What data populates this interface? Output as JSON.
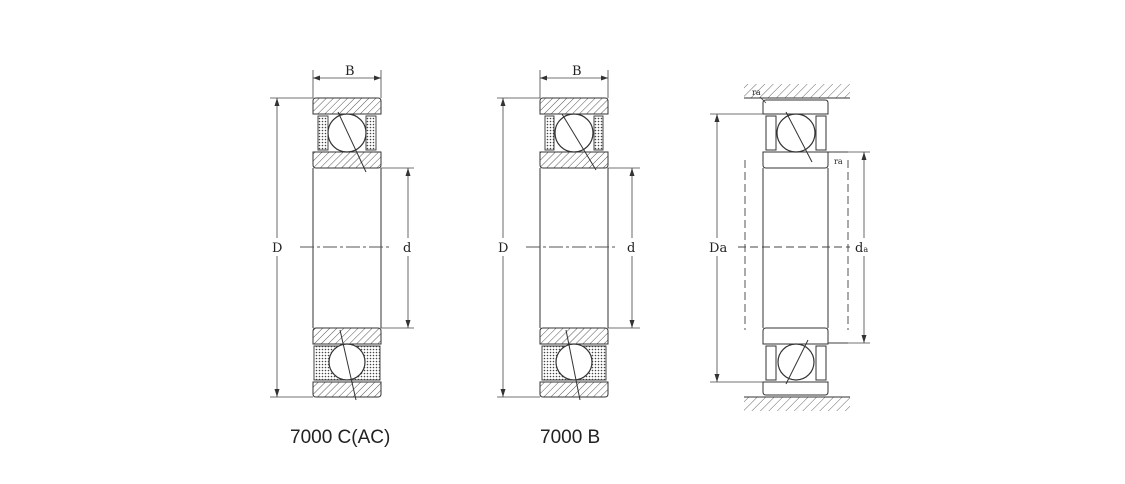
{
  "figures": [
    {
      "caption": "7000 C(AC)",
      "labels": {
        "width": "B",
        "outer": "D",
        "inner": "d"
      }
    },
    {
      "caption": "7000 B",
      "labels": {
        "width": "B",
        "outer": "D",
        "inner": "d"
      }
    },
    {
      "caption": "",
      "labels": {
        "housing_shoulder": "D",
        "housing_shoulder_sub": "a",
        "shaft_shoulder": "d",
        "shaft_shoulder_sub": "a",
        "housing_fillet": "r",
        "housing_fillet_sub": "a",
        "shaft_fillet": "r",
        "shaft_fillet_sub": "a"
      }
    }
  ]
}
